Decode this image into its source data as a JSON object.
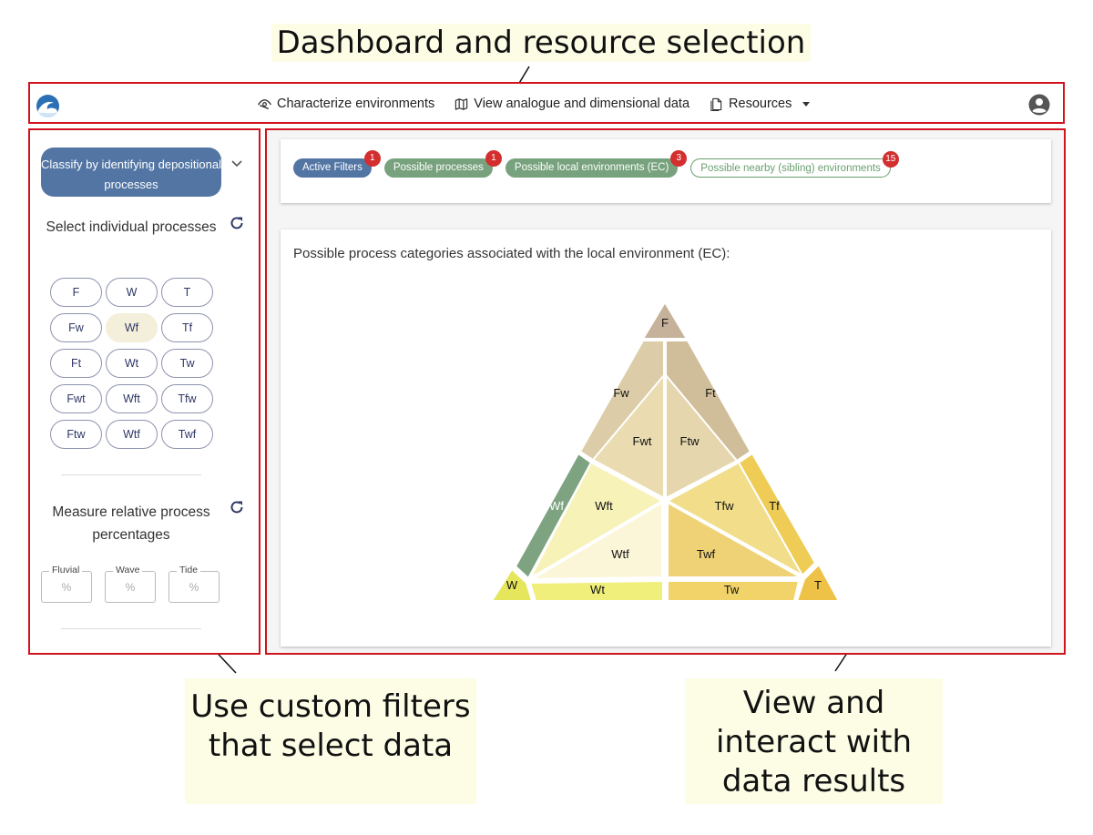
{
  "callouts": {
    "top": "Dashboard and resource selection",
    "left": "Use custom filters that select data",
    "right": "View and interact with data results"
  },
  "navbar": {
    "items": [
      {
        "label": "Characterize environments",
        "icon": "eye-slash-icon"
      },
      {
        "label": "View analogue and dimensional data",
        "icon": "map-icon"
      },
      {
        "label": "Resources",
        "icon": "document-icon"
      }
    ]
  },
  "sidebar": {
    "classify_label": "Classify by identifying depositional processes",
    "select_title": "Select individual processes",
    "chips": [
      "F",
      "W",
      "T",
      "Fw",
      "Wf",
      "Tf",
      "Ft",
      "Wt",
      "Tw",
      "Fwt",
      "Wft",
      "Tfw",
      "Ftw",
      "Wtf",
      "Twf"
    ],
    "selected_chip": "Wf",
    "measure_title": "Measure relative process percentages",
    "percent_fields": [
      {
        "label": "Fluvial",
        "placeholder": "%"
      },
      {
        "label": "Wave",
        "placeholder": "%"
      },
      {
        "label": "Tide",
        "placeholder": "%"
      }
    ]
  },
  "filters": [
    {
      "label": "Active Filters",
      "count": "1",
      "style": "active"
    },
    {
      "label": "Possible processes",
      "count": "1",
      "style": "green"
    },
    {
      "label": "Possible local environments (EC)",
      "count": "3",
      "style": "green"
    },
    {
      "label": "Possible nearby (sibling) environments",
      "count": "15",
      "style": "outline"
    }
  ],
  "chart": {
    "heading": "Possible process categories associated with the local environment (EC):",
    "regions": {
      "F": "F",
      "W": "W",
      "T": "T",
      "Fw": "Fw",
      "Ft": "Ft",
      "Wf": "Wf",
      "Tf": "Tf",
      "Wt": "Wt",
      "Tw": "Tw",
      "Fwt": "Fwt",
      "Ftw": "Ftw",
      "Wft": "Wft",
      "Tfw": "Tfw",
      "Wtf": "Wtf",
      "Twf": "Twf"
    }
  },
  "colors": {
    "accent_blue": "#5275a4",
    "green": "#77a27d",
    "outline_green": "#6a9f70",
    "badge_red": "#d32f2f",
    "highlight_red": "#d0131d"
  }
}
